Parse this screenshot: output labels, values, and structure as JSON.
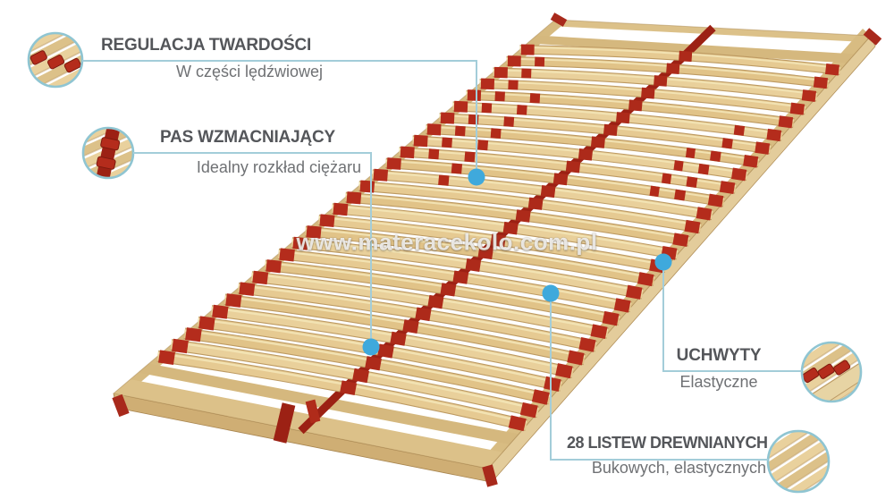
{
  "image": {
    "watermark": "www.materacekolo.com.pl"
  },
  "product": {
    "slat_count": 28
  },
  "callouts": {
    "hardness": {
      "title": "REGULACJA TWARDOŚCI",
      "subtitle": "W części lędźwiowej"
    },
    "belt": {
      "title": "PAS WZMACNIAJĄCY",
      "subtitle": "Idealny rozkład ciężaru"
    },
    "handles": {
      "title": "UCHWYTY",
      "subtitle": "Elastyczne"
    },
    "slats": {
      "title": "28 LISTEW DREWNIANYCH",
      "subtitle": "Bukowych, elastycznych"
    }
  },
  "colors": {
    "accent_blue": "#3fa9dc",
    "leader_line": "#a3cdd9",
    "inset_border": "#8fc5d2",
    "title_text": "#54565a",
    "subtitle_text": "#6f7174",
    "watermark_text": "#ffffff",
    "wood_light": "#e9d19d",
    "wood_mid": "#dcc189",
    "wood_dark": "#bd9a62",
    "wood_edge": "#ab8a54",
    "red": "#b42c1c",
    "red_dark": "#8e1d11",
    "belt_red": "#9c2114",
    "background": "#ffffff"
  }
}
